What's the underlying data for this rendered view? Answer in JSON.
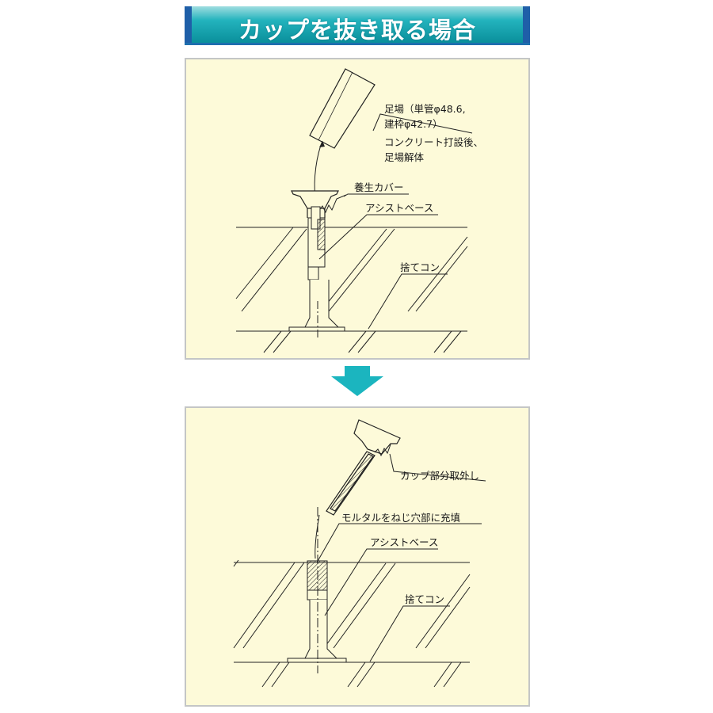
{
  "title": "カップを抜き取る場合",
  "colors": {
    "title_bar": "#23b3bd",
    "title_edge": "#1f5fa8",
    "panel_bg": "#fdfad9",
    "arrow": "#1bb5bf",
    "line": "#222222"
  },
  "top_panel": {
    "labels": {
      "scaffold_line1": "足場（単管φ48.6,",
      "scaffold_line2": "建枠φ42.7）",
      "scaffold_line3": "コンクリート打設後、",
      "scaffold_line4": "足場解体",
      "cover": "養生カバー",
      "assist_base": "アシストベース",
      "sutekon": "捨てコン"
    }
  },
  "arrow": {
    "icon": "arrow-down-icon"
  },
  "bottom_panel": {
    "labels": {
      "cup_removal": "カップ部分取外し",
      "mortar": "モルタルをねじ穴部に充填",
      "assist_base": "アシストベース",
      "sutekon": "捨てコン"
    }
  }
}
